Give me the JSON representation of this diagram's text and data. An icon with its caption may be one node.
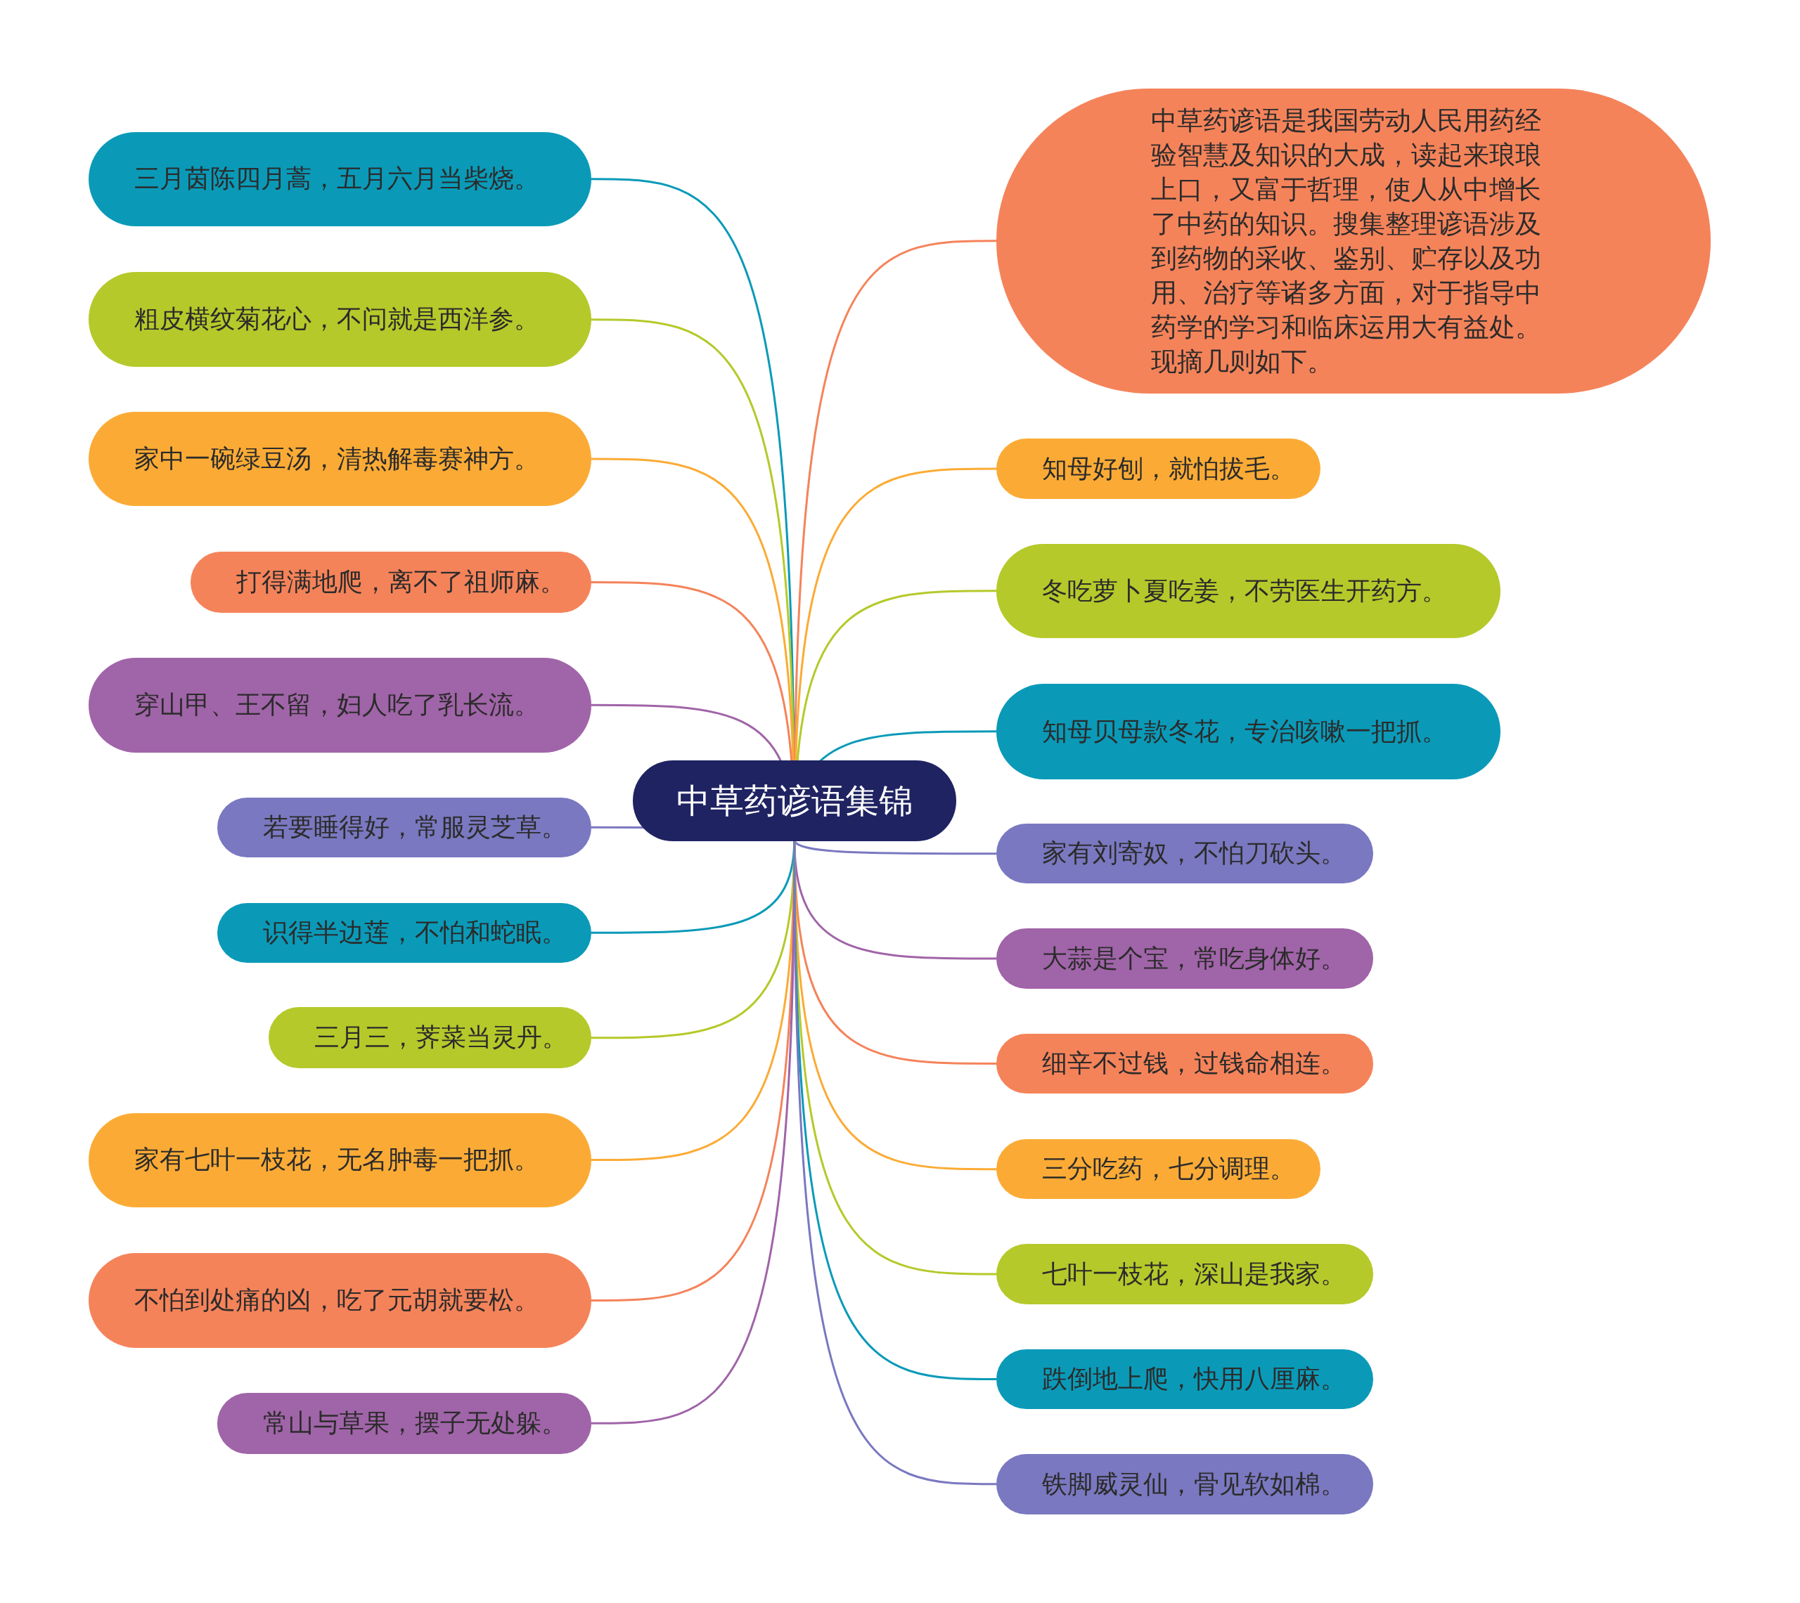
{
  "diagram": {
    "nodes": [
      {
        "text": [
          "中草药谚语集锦"
        ]
      },
      {
        "text": [
          "三月茵陈四月蒿，五月六月当柴烧。"
        ]
      },
      {
        "text": [
          "粗皮横纹菊花心，不问就是西洋参。"
        ]
      },
      {
        "text": [
          "家中一碗绿豆汤，清热解毒赛神方。"
        ]
      },
      {
        "text": [
          "打得满地爬，离不了祖师麻。"
        ]
      },
      {
        "text": [
          "穿山甲、王不留，妇人吃了乳长流。"
        ]
      },
      {
        "text": [
          "若要睡得好，常服灵芝草。"
        ]
      },
      {
        "text": [
          "识得半边莲，不怕和蛇眠。"
        ]
      },
      {
        "text": [
          "三月三，荠菜当灵丹。"
        ]
      },
      {
        "text": [
          "家有七叶一枝花，无名肿毒一把抓。"
        ]
      },
      {
        "text": [
          "不怕到处痛的凶，吃了元胡就要松。"
        ]
      },
      {
        "text": [
          "常山与草果，摆子无处躲。"
        ]
      },
      {
        "text": [
          "中草药谚语是我国劳动人民用药经验智慧及知识的大成，读起来琅琅上口，又富于哲理，使人从中增长了中药的知识。搜集整理谚语涉及到药物的采收、鉴别、贮存以及功用、治疗等诸多方面，对于指导中药学的学习和临床运用大有益处。现摘几则如下。"
        ]
      },
      {
        "text": [
          "知母好刨，就怕拔毛。"
        ]
      },
      {
        "text": [
          "冬吃萝卜夏吃姜，不劳医生开药方。"
        ]
      },
      {
        "text": [
          "知母贝母款冬花，专治咳嗽一把抓。"
        ]
      },
      {
        "text": [
          "家有刘寄奴，不怕刀砍头。"
        ]
      },
      {
        "text": [
          "大蒜是个宝，常吃身体好。"
        ]
      },
      {
        "text": [
          "细辛不过钱，过钱命相连。"
        ]
      },
      {
        "text": [
          "三分吃药，七分调理。"
        ]
      },
      {
        "text": [
          "七叶一枝花，深山是我家。"
        ]
      },
      {
        "text": [
          "跌倒地上爬，快用八厘麻。"
        ]
      },
      {
        "text": [
          "铁脚威灵仙，骨见软如棉。"
        ]
      }
    ],
    "edges": [
      {
        "from": 0,
        "to": 1,
        "arrow": "none",
        "color": "#0a9ab8"
      },
      {
        "from": 0,
        "to": 2,
        "arrow": "none",
        "color": "#b5c92a"
      },
      {
        "from": 0,
        "to": 3,
        "arrow": "none",
        "color": "#fbab35"
      },
      {
        "from": 0,
        "to": 4,
        "arrow": "none",
        "color": "#f5835a"
      },
      {
        "from": 0,
        "to": 5,
        "arrow": "none",
        "color": "#a064a8"
      },
      {
        "from": 0,
        "to": 6,
        "arrow": "none",
        "color": "#7a78c0"
      },
      {
        "from": 0,
        "to": 7,
        "arrow": "none",
        "color": "#0a9ab8"
      },
      {
        "from": 0,
        "to": 8,
        "arrow": "none",
        "color": "#b5c92a"
      },
      {
        "from": 0,
        "to": 9,
        "arrow": "none",
        "color": "#fbab35"
      },
      {
        "from": 0,
        "to": 10,
        "arrow": "none",
        "color": "#f5835a"
      },
      {
        "from": 0,
        "to": 11,
        "arrow": "none",
        "color": "#a064a8"
      },
      {
        "from": 0,
        "to": 12,
        "arrow": "none",
        "color": "#f5835a"
      },
      {
        "from": 0,
        "to": 13,
        "arrow": "none",
        "color": "#fbab35"
      },
      {
        "from": 0,
        "to": 14,
        "arrow": "none",
        "color": "#b5c92a"
      },
      {
        "from": 0,
        "to": 15,
        "arrow": "none",
        "color": "#0a9ab8"
      },
      {
        "from": 0,
        "to": 16,
        "arrow": "none",
        "color": "#7a78c0"
      },
      {
        "from": 0,
        "to": 17,
        "arrow": "none",
        "color": "#a064a8"
      },
      {
        "from": 0,
        "to": 18,
        "arrow": "none",
        "color": "#f5835a"
      },
      {
        "from": 0,
        "to": 19,
        "arrow": "none",
        "color": "#fbab35"
      },
      {
        "from": 0,
        "to": 20,
        "arrow": "none",
        "color": "#b5c92a"
      },
      {
        "from": 0,
        "to": 21,
        "arrow": "none",
        "color": "#0a9ab8"
      },
      {
        "from": 0,
        "to": 22,
        "arrow": "none",
        "color": "#7a78c0"
      }
    ]
  }
}
